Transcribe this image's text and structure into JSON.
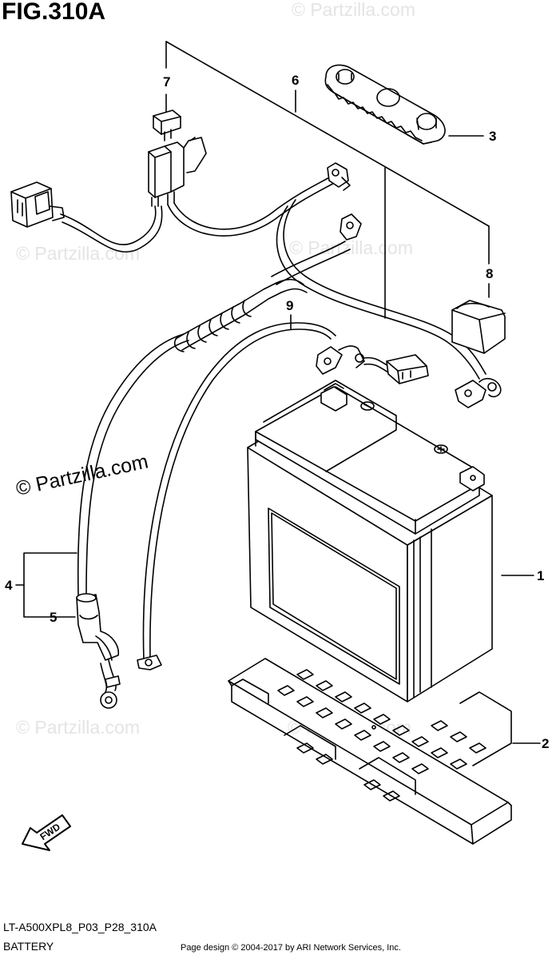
{
  "figure": {
    "title": "FIG.310A",
    "code": "LT-A500XPL8_P03_P28_310A",
    "name": "BATTERY"
  },
  "callouts": [
    "1",
    "2",
    "3",
    "4",
    "5",
    "6",
    "7",
    "8",
    "9"
  ],
  "direction_label": "FWD",
  "watermark": "© Partzilla.com",
  "footer_copyright": "Page design © 2004-2017 by ARI Network Services, Inc.",
  "colors": {
    "line": "#000000",
    "watermark": "#e4e4e4",
    "background": "#ffffff"
  }
}
